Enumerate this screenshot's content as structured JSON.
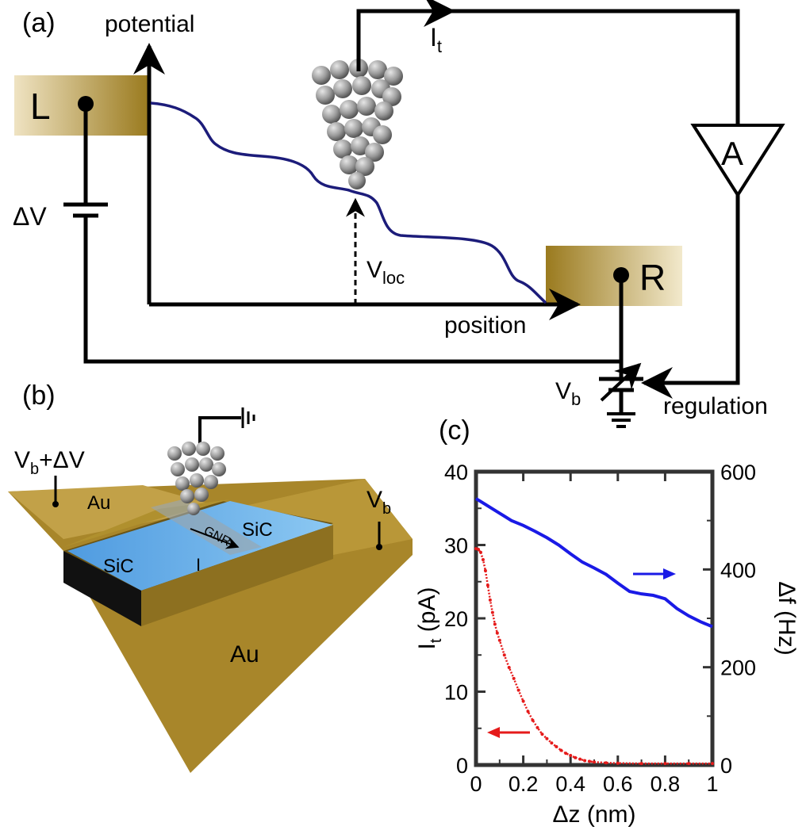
{
  "panel_a": {
    "label": "(a)",
    "potential_label": "potential",
    "position_label": "position",
    "current_label_main": "I",
    "current_label_sub": "t",
    "amplifier_label": "A",
    "left_contact": "L",
    "right_contact": "R",
    "delta_v": "ΔV",
    "vloc_main": "V",
    "vloc_sub": "loc",
    "vb_main": "V",
    "vb_sub": "b",
    "regulation_label": "regulation"
  },
  "panel_b": {
    "label": "(b)",
    "left_bias_main": "V",
    "left_bias_sub": "b",
    "left_bias_suffix": "+ΔV",
    "right_bias_main": "V",
    "right_bias_sub": "b",
    "au_top": "Au",
    "au_bottom": "Au",
    "sic_left": "SiC",
    "sic_right": "SiC",
    "gnr_label": "GNR",
    "current_symbol": "I"
  },
  "panel_c": {
    "label": "(c)"
  },
  "colors": {
    "gold": "#a8862a",
    "sic_blue": "#5aa7e6",
    "potential_curve": "#1c1c7a",
    "current_series": "#e51a1a",
    "df_series": "#1a1ae6"
  },
  "chart_data": {
    "type": "line",
    "xlabel": "Δz (nm)",
    "ylabel_left_main": "I",
    "ylabel_left_sub": "t",
    "ylabel_left_unit": "(pA)",
    "ylabel_right": "Δf (Hz)",
    "xlim": [
      0,
      1
    ],
    "ylim_left": [
      0,
      40
    ],
    "ylim_right": [
      0,
      600
    ],
    "x_ticks": [
      "0",
      "0.2",
      "0.4",
      "0.6",
      "0.8",
      "1"
    ],
    "y_left_ticks": [
      "0",
      "10",
      "20",
      "30",
      "40"
    ],
    "y_right_ticks": [
      "0",
      "200",
      "400",
      "600"
    ],
    "series": [
      {
        "axis": "left",
        "color": "#e51a1a",
        "style": "dots",
        "x": [
          0.0,
          0.01,
          0.02,
          0.03,
          0.04,
          0.05,
          0.06,
          0.07,
          0.08,
          0.09,
          0.1,
          0.12,
          0.14,
          0.16,
          0.18,
          0.2,
          0.22,
          0.24,
          0.26,
          0.28,
          0.3,
          0.32,
          0.34,
          0.36,
          0.38,
          0.4,
          0.42,
          0.44,
          0.46,
          0.48,
          0.5,
          0.55,
          0.6,
          0.7,
          0.8,
          0.9,
          1.0
        ],
        "y": [
          29.5,
          29.4,
          29,
          28,
          26.5,
          24.5,
          22.5,
          20.8,
          19.2,
          18,
          17,
          15,
          13.3,
          11.8,
          10.2,
          8.7,
          7.3,
          6.1,
          5.1,
          4.2,
          3.6,
          3.0,
          2.5,
          2.0,
          1.6,
          1.3,
          1.0,
          0.8,
          0.6,
          0.5,
          0.4,
          0.3,
          0.25,
          0.2,
          0.2,
          0.2,
          0.2
        ]
      },
      {
        "axis": "right",
        "color": "#1a1ae6",
        "style": "line",
        "x": [
          0.0,
          0.05,
          0.1,
          0.15,
          0.2,
          0.25,
          0.3,
          0.35,
          0.4,
          0.45,
          0.5,
          0.55,
          0.6,
          0.65,
          0.7,
          0.75,
          0.8,
          0.85,
          0.9,
          0.95,
          1.0
        ],
        "y": [
          545,
          530,
          515,
          500,
          490,
          478,
          465,
          450,
          432,
          415,
          403,
          390,
          372,
          355,
          350,
          347,
          340,
          320,
          305,
          293,
          283
        ]
      }
    ],
    "arrows": [
      {
        "series": "left",
        "direction": "left"
      },
      {
        "series": "right",
        "direction": "right"
      }
    ]
  }
}
